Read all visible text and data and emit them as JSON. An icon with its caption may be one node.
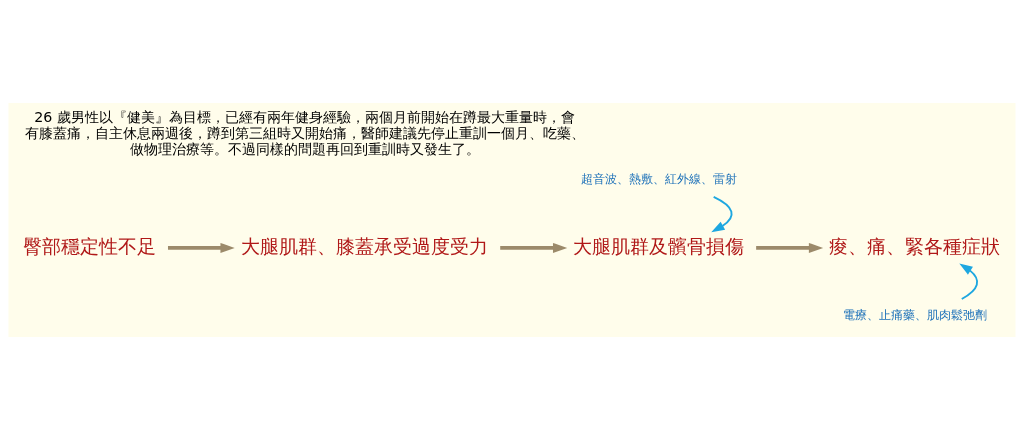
{
  "diagram": {
    "title": "26 歲男性以『健美』為目標，已經有兩年健身經驗，兩個月前開始在蹲最大重量時，會有膝蓋痛，自主休息兩週後，蹲到第三組時又開始痛，醫師建議先停止重訓一個月、吃藥、做物理治療等。不過同樣的問題再回到重訓時又發生了。",
    "nodes": [
      {
        "text": [
          "臀部穩定性不足"
        ]
      },
      {
        "text": [
          "大腿肌群、膝蓋承受過度受力"
        ]
      },
      {
        "text": [
          "大腿肌群及髕骨損傷"
        ]
      },
      {
        "text": [
          "痠、痛、緊各種症狀"
        ]
      },
      {
        "text": [
          "超音波、熱敷、紅外線、雷射"
        ]
      },
      {
        "text": [
          "電療、止痛藥、肌肉鬆弛劑"
        ]
      }
    ],
    "edges": [
      {
        "from": 0,
        "to": 1,
        "arrow": "to"
      },
      {
        "from": 1,
        "to": 2,
        "arrow": "to"
      },
      {
        "from": 2,
        "to": 3,
        "arrow": "to"
      },
      {
        "from": 4,
        "to": 2,
        "arrow": "to",
        "color": "#1ea7e0"
      },
      {
        "from": 5,
        "to": 3,
        "arrow": "to",
        "color": "#1ea7e0"
      }
    ]
  }
}
